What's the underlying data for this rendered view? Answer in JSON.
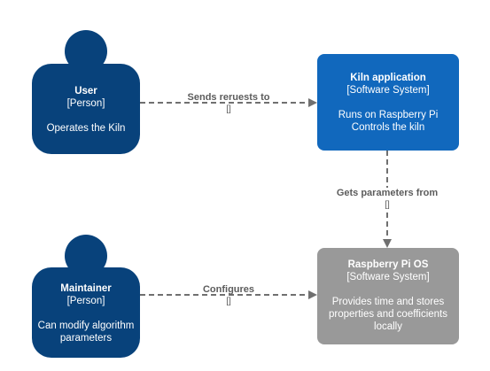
{
  "nodes": {
    "user": {
      "title": "User",
      "type": "[Person]",
      "description": "Operates the Kiln",
      "color": "#08427B"
    },
    "kiln_app": {
      "title": "Kiln application",
      "type": "[Software System]",
      "description_line1": "Runs on Raspberry Pi",
      "description_line2": "Controls the kiln",
      "color": "#1168BD"
    },
    "maintainer": {
      "title": "Maintainer",
      "type": "[Person]",
      "description_line1": "Can modify algorithm",
      "description_line2": "parameters",
      "color": "#08427B"
    },
    "raspberry_os": {
      "title": "Raspberry Pi OS",
      "type": "[Software System]",
      "description_line1": "Provides time and stores",
      "description_line2": "properties and coefficients",
      "description_line3": "locally",
      "color": "#999999"
    }
  },
  "edges": {
    "user_to_kiln": {
      "label": "Sends reruests to",
      "technology": "[]"
    },
    "kiln_to_os": {
      "label": "Gets parameters from",
      "technology": "[]"
    },
    "maintainer_to_os": {
      "label": "Configures",
      "technology": "[]"
    }
  },
  "colors": {
    "edge": "#707070",
    "edge_label": "#5c5c5c"
  }
}
